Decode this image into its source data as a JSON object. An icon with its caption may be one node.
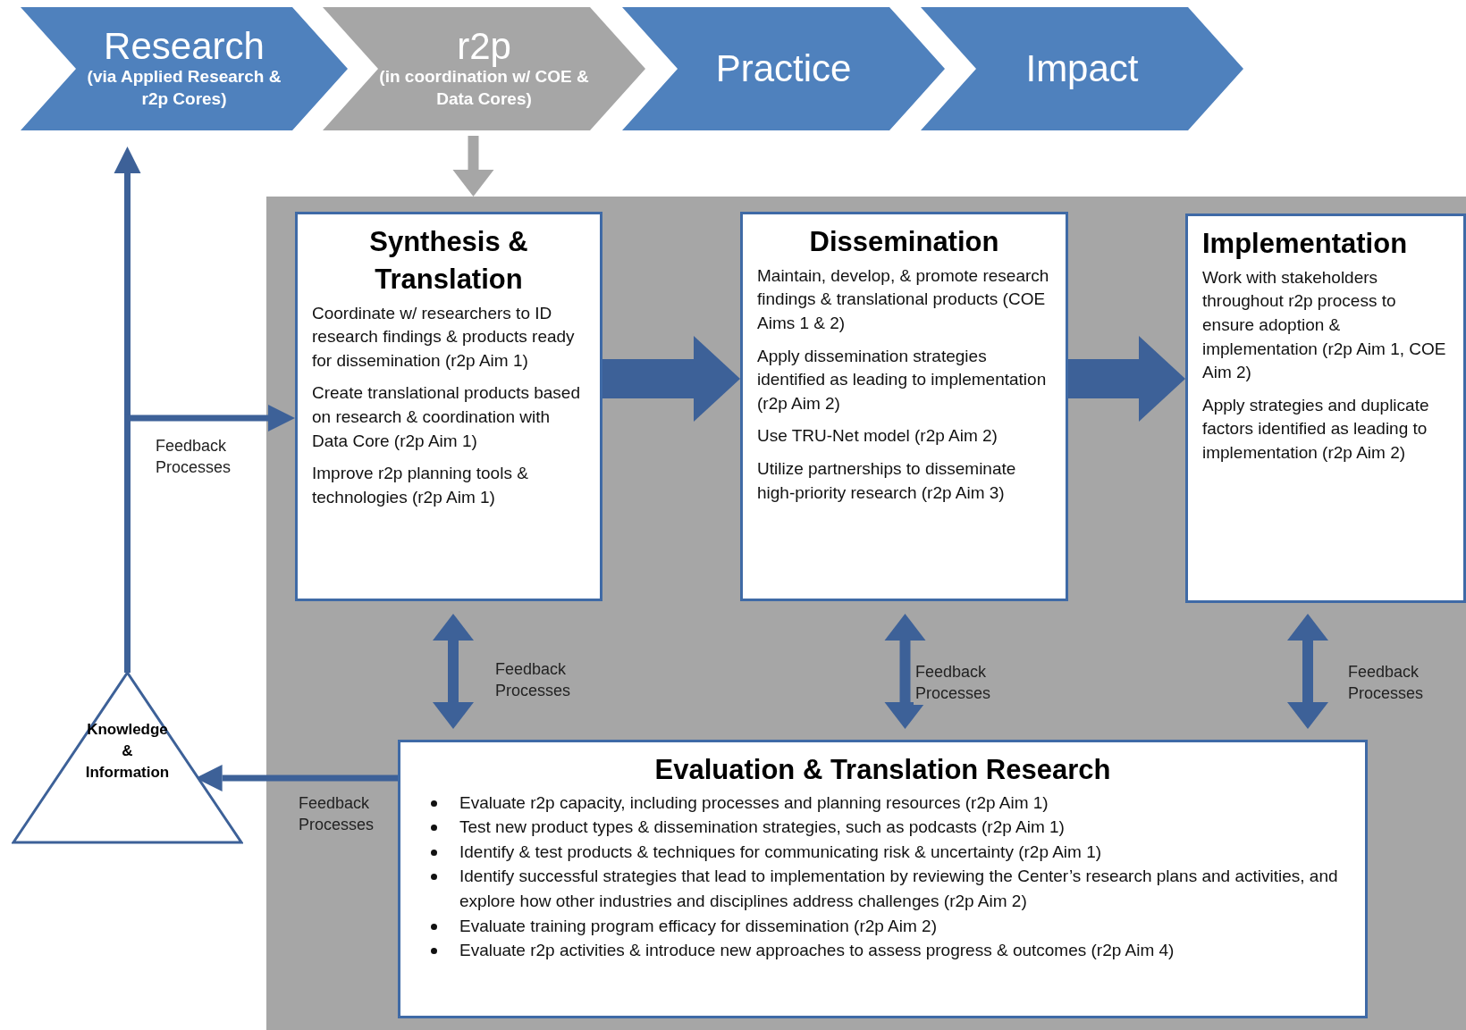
{
  "diagram": {
    "nodes": [
      {
        "text": [
          "Research",
          "(via Applied Research & r2p Cores)"
        ]
      },
      {
        "text": [
          "r2p",
          "(in coordination w/ COE & Data Cores)"
        ]
      },
      {
        "text": [
          "Practice"
        ]
      },
      {
        "text": [
          "Impact"
        ]
      },
      {
        "text": [],
        "shape": "box"
      },
      {
        "text": [
          "Synthesis & Translation",
          "Coordinate w/ researchers to ID research findings & products ready for dissemination  (r2p Aim 1)",
          "Create translational products based on research & coordination with Data Core (r2p Aim 1)",
          "Improve r2p planning tools & technologies (r2p Aim 1)"
        ],
        "in": 4
      },
      {
        "text": [
          "Dissemination",
          "Maintain, develop, & promote research findings & translational products (COE Aims 1 & 2)",
          "Apply dissemination strategies identified as leading to implementation (r2p Aim 2)",
          "Use TRU-Net model (r2p Aim 2)",
          "Utilize partnerships to disseminate high-priority research (r2p Aim 3)"
        ],
        "in": 4
      },
      {
        "text": [
          "Implementation",
          "Work with stakeholders throughout r2p process to ensure adoption & implementation (r2p Aim 1, COE Aim 2)",
          "Apply strategies and duplicate factors identified as leading to implementation (r2p Aim 2)"
        ],
        "in": 4
      },
      {
        "text": [
          "Evaluation & Translation Research",
          "Evaluate r2p capacity, including processes and planning resources (r2p Aim 1)",
          "Test new product types & dissemination strategies, such as podcasts (r2p Aim 1)",
          "Identify & test products & techniques for communicating risk & uncertainty (r2p Aim 1)",
          "Identify successful strategies that lead to implementation by reviewing the Center’s research plans and activities, and explore how other industries and disciplines address challenges (r2p Aim 2)",
          "Evaluate training program efficacy for dissemination (r2p Aim 2)",
          "Evaluate r2p activities & introduce new approaches to assess progress & outcomes (r2p Aim 4)"
        ],
        "in": 4
      },
      {
        "text": [
          "Knowledge & Information"
        ]
      }
    ],
    "edges": [
      {
        "from": 1,
        "to": 4,
        "arrow": "to",
        "color": "#a6a6a6"
      },
      {
        "from": 5,
        "to": 6,
        "arrow": "to",
        "style": "thick"
      },
      {
        "from": 6,
        "to": 7,
        "arrow": "to",
        "style": "thick"
      },
      {
        "from": 5,
        "to": 8,
        "arrow": "both",
        "label": "Feedback Processes"
      },
      {
        "from": 6,
        "to": 8,
        "arrow": "both",
        "label": "Feedback Processes"
      },
      {
        "from": 7,
        "to": 8,
        "arrow": "both",
        "label": "Feedback Processes"
      },
      {
        "from": 8,
        "to": 9,
        "arrow": "to",
        "label": "Feedback Processes"
      },
      {
        "from": 9,
        "to": 0,
        "arrow": "to"
      },
      {
        "from": 9,
        "to": 5,
        "arrow": "to",
        "label": "Feedback Processes"
      }
    ]
  }
}
